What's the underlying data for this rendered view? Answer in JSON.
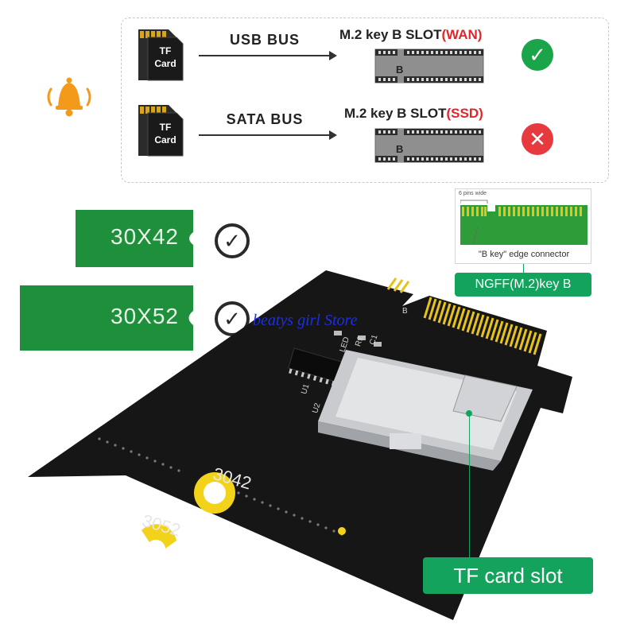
{
  "rows": [
    {
      "tf_card_text": [
        "TF",
        "Card"
      ],
      "bus_label": "USB BUS",
      "slot_label": "M.2 key B SLOT",
      "slot_highlight": "(WAN)",
      "slot_letter": "B",
      "status": "supported",
      "status_icon": "check-icon"
    },
    {
      "tf_card_text": [
        "TF",
        "Card"
      ],
      "bus_label": "SATA BUS",
      "slot_label": "M.2 key B SLOT",
      "slot_highlight": "(SSD)",
      "slot_letter": "B",
      "status": "unsupported",
      "status_icon": "cross-icon"
    }
  ],
  "sizes": [
    {
      "label": "30X42",
      "status_icon": "check-icon"
    },
    {
      "label": "30X52",
      "status_icon": "check-icon"
    }
  ],
  "connector_inset": {
    "pins_label": "6 pins wide",
    "caption": "\"B key\" edge connector"
  },
  "callouts": {
    "ngff": "NGFF(M.2)key B",
    "tf_slot": "TF card slot"
  },
  "board": {
    "mark_3042": "3042",
    "mark_3052": "3052",
    "silk_u1": "U1",
    "silk_u2": "U2",
    "silk_led": "LED",
    "silk_r1": "R1",
    "silk_c1": "C1",
    "silk_b": "B"
  },
  "watermark": "beatys girl Store",
  "colors": {
    "accent_green": "#13a35c",
    "card_green": "#1e8f3a",
    "pcb_black": "#161616",
    "gold": "#e7c21a",
    "highlight_red": "#e0262b",
    "bell_orange": "#f39a1b"
  }
}
